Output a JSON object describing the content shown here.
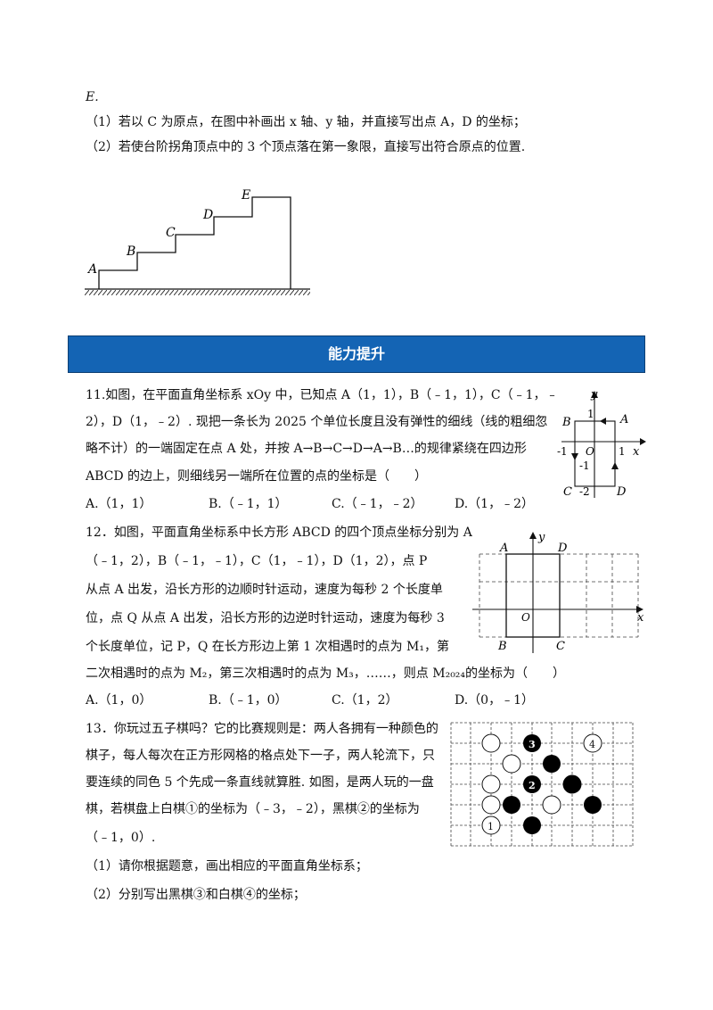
{
  "top_section": {
    "point_e": "E.",
    "q1": "（1）若以 C 为原点，在图中补画出 x 轴、y 轴，并直接写出点 A，D 的坐标；",
    "q2": "（2）若使台阶拐角顶点中的 3 个顶点落在第一象限，直接写出符合原点的位置."
  },
  "stairs_figure": {
    "labels": [
      "A",
      "B",
      "C",
      "D",
      "E"
    ]
  },
  "banner": {
    "title": "能力提升"
  },
  "problem11": {
    "lines": [
      "11.如图，在平面直角坐标系 xOy 中，已知点 A（1，1），B（﹣1，1），C（﹣1，﹣",
      "2），D（1，﹣2）. 现把一条长为 2025 个单位长度且没有弹性的细线（线的粗细忽",
      "略不计）的一端固定在点 A 处，并按 A→B→C→D→A→B…的规律紧绕在四边形",
      "ABCD 的边上，则细线另一端所在位置的点的坐标是（　　）"
    ],
    "options": [
      "A.（1，1）",
      "B.（﹣1，1）",
      "C.（﹣1，﹣2）",
      "D.（1，﹣2）"
    ],
    "figure": {
      "x_label": "x",
      "y_label": "y",
      "origin": "O",
      "ticks": [
        "1",
        "-1",
        "1",
        "-1",
        "-2"
      ],
      "points": [
        "A",
        "B",
        "C",
        "D"
      ]
    }
  },
  "problem12": {
    "lines": [
      "12．如图，平面直角坐标系中长方形 ABCD 的四个顶点坐标分别为 A",
      "（﹣1，2），B（﹣1，﹣1），C（1，﹣1），D（1，2），点 P",
      "从点 A 出发，沿长方形的边顺时针运动，速度为每秒 2 个长度单",
      "位，点 Q 从点 A 出发，沿长方形的边逆时针运动，速度为每秒 3",
      "个长度单位，记 P，Q 在长方形边上第 1 次相遇时的点为 M₁，第",
      "二次相遇时的点为 M₂，第三次相遇时的点为 M₃，……，则点 M₂₀₂₄的坐标为（　　）"
    ],
    "options": [
      "A.（1，0）",
      "B.（﹣1，0）",
      "C.（1，2）",
      "D.（0，﹣1）"
    ],
    "figure": {
      "x_label": "x",
      "y_label": "y",
      "origin": "O",
      "points": [
        "A",
        "B",
        "C",
        "D"
      ]
    }
  },
  "problem13": {
    "lines": [
      "13．你玩过五子棋吗？它的比赛规则是：两人各拥有一种颜色的",
      "棋子，每人每次在正方形网格的格点处下一子，两人轮流下，只",
      "要连续的同色 5 个先成一条直线就算胜. 如图，是两人玩的一盘",
      "棋，若棋盘上白棋①的坐标为（﹣3，﹣2），黑棋②的坐标为",
      "（﹣1，0）.",
      "（1）请你根据题意，画出相应的平面直角坐标系；",
      "（2）分别写出黑棋③和白棋④的坐标；"
    ],
    "board_labels": [
      "1",
      "2",
      "3",
      "4"
    ]
  }
}
